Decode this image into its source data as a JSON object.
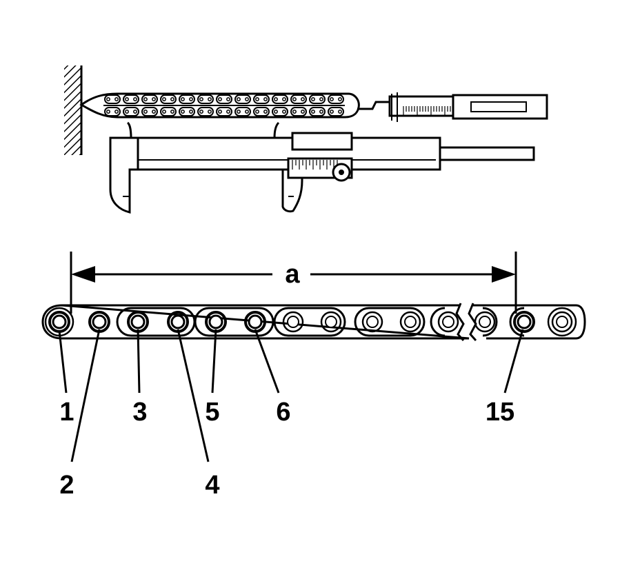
{
  "dimension_label": "a",
  "pin_labels": [
    "1",
    "2",
    "3",
    "4",
    "5",
    "6",
    "15"
  ]
}
